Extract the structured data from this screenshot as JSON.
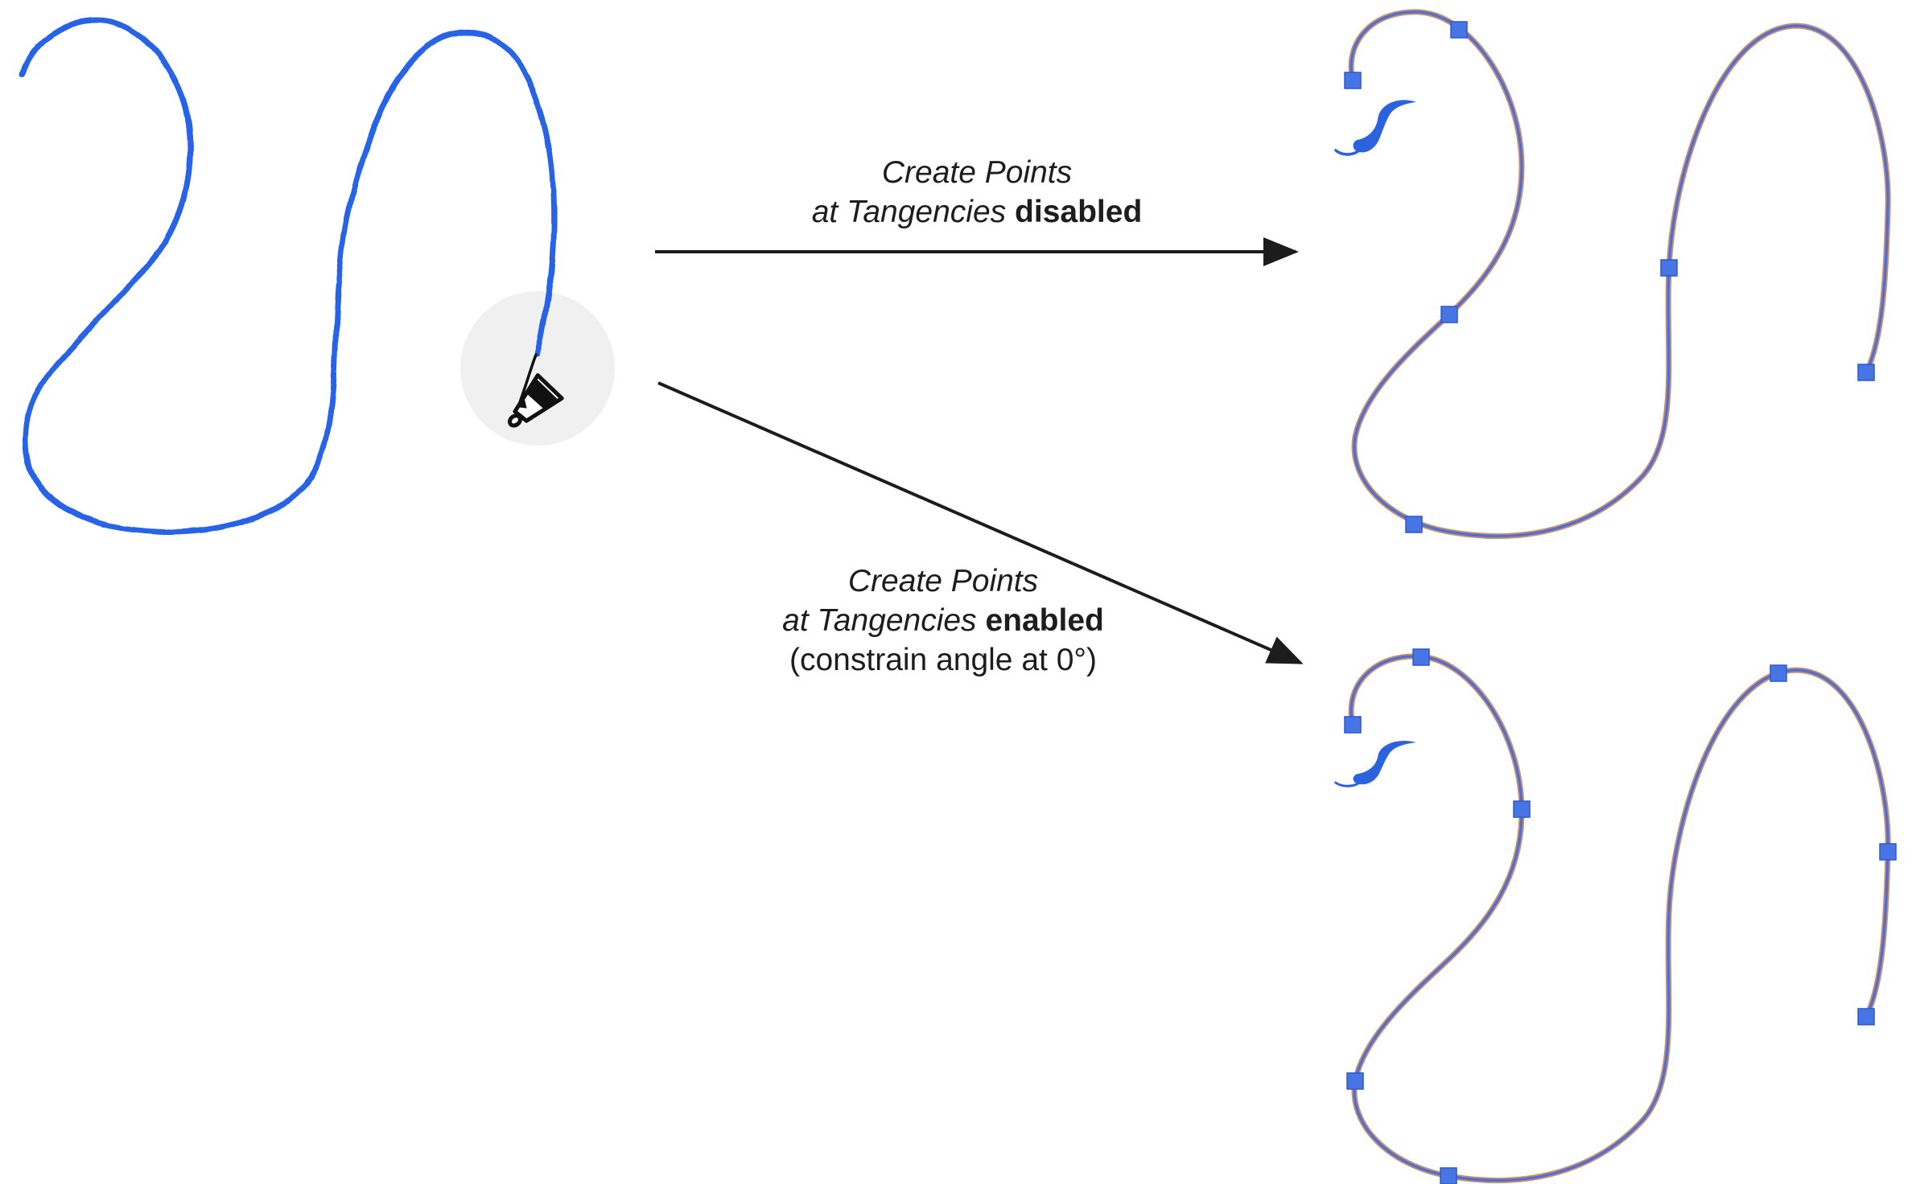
{
  "figure": {
    "type": "feature-illustration",
    "background_color": "#ffffff"
  },
  "annotations": {
    "disabled_label": {
      "line1": "Create Points",
      "line2_italic": "at Tangencies",
      "line2_bold": "disabled"
    },
    "enabled_label": {
      "line1": "Create Points",
      "line2_italic": "at Tangencies",
      "line2_bold": "enabled",
      "line3": "(constrain angle at 0°)"
    }
  },
  "source_sketch": {
    "tool_cursor": "marker-pen",
    "stroke_style": "freehand"
  },
  "results": {
    "disabled": {
      "anchor_count": 6,
      "tangency_glyph": "S"
    },
    "enabled": {
      "anchor_count": 8,
      "tangency_glyph": "S"
    }
  },
  "colors": {
    "sketch_stroke": "#2864e6",
    "smooth_path_core": "#4470e4",
    "smooth_path_halo": "#cf8d62",
    "anchor_fill": "#4775e6",
    "anchor_border": "#2e59cb",
    "arrow": "#1c1c1c",
    "text": "#1d1d1d",
    "cursor_halo": "#f0f0f0",
    "s_glyph": "#2b62dd",
    "pen_icon": "#111111"
  }
}
